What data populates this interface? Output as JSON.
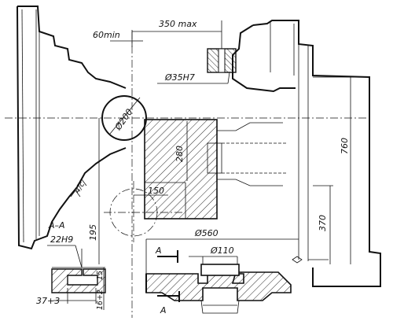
{
  "dimensions": {
    "min_offset": "60min",
    "max_travel": "350 max",
    "bore_fit": "Ø35H7",
    "face_circle": "Ø200",
    "height_280": "280",
    "height_150": "150",
    "height_195": "195",
    "height_760": "760",
    "height_370": "370",
    "table_width": "Ø560",
    "table_hole": "Ø110",
    "slot_fit": "22H9",
    "slot_depth": "15",
    "slot_width": "37+3",
    "slot_height": "16+2"
  },
  "section": {
    "title": "A–A",
    "marker_top": "A",
    "marker_bottom": "A"
  },
  "colors": {
    "ink": "#111111",
    "paper": "#ffffff"
  }
}
